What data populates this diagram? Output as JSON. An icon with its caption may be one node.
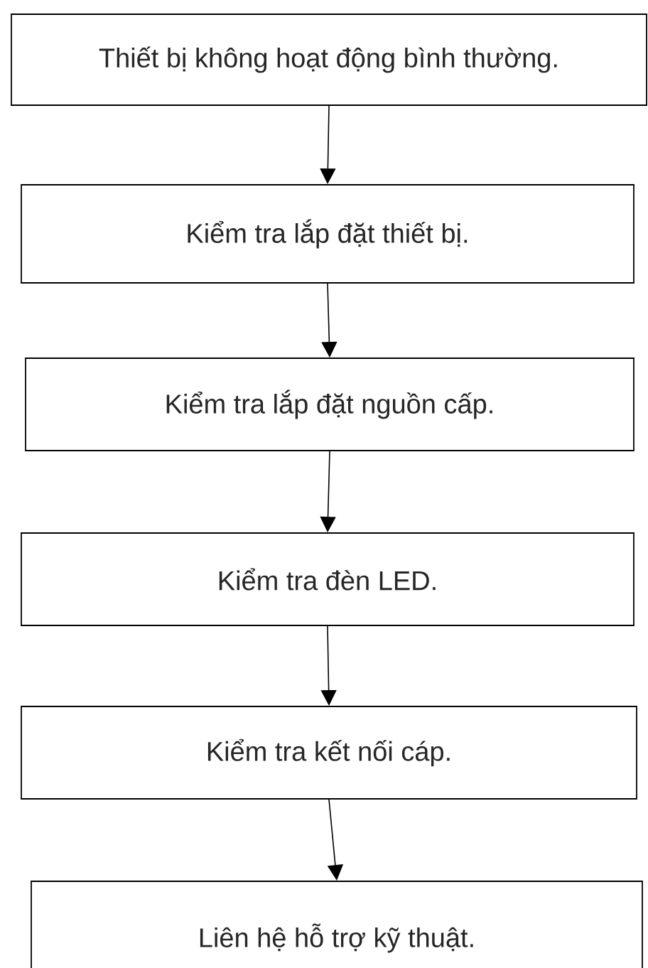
{
  "diagram": {
    "nodes": [
      {
        "text": [
          "Thiết bị không hoạt động bình thường."
        ]
      },
      {
        "text": [
          "Kiểm tra lắp đặt thiết bị."
        ]
      },
      {
        "text": [
          "Kiểm tra lắp đặt nguồn cấp."
        ]
      },
      {
        "text": [
          "Kiểm tra đèn LED."
        ]
      },
      {
        "text": [
          "Kiểm tra kết nối cáp."
        ]
      },
      {
        "text": [
          "Liên hệ hỗ trợ kỹ thuật."
        ]
      }
    ],
    "edges": [
      {
        "from": 0,
        "to": 1,
        "arrow": "to"
      },
      {
        "from": 1,
        "to": 2,
        "arrow": "to"
      },
      {
        "from": 2,
        "to": 3,
        "arrow": "to"
      },
      {
        "from": 3,
        "to": 4,
        "arrow": "to"
      },
      {
        "from": 4,
        "to": 5,
        "arrow": "to"
      }
    ]
  }
}
